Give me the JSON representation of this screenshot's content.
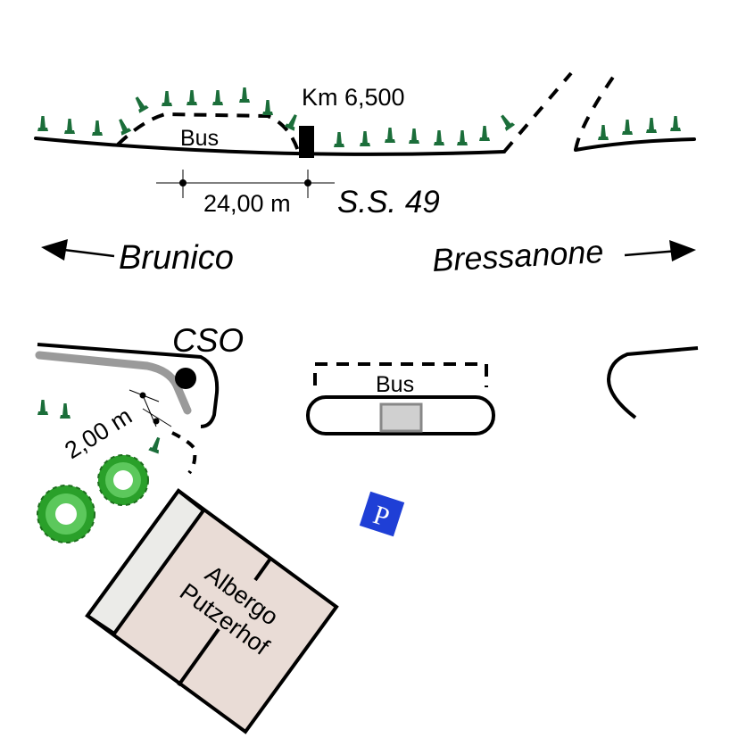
{
  "labels": {
    "km_marker": "Km 6,500",
    "bus_top": "Bus",
    "distance_top": "24,00 m",
    "road_name": "S.S. 49",
    "direction_left": "Brunico",
    "direction_right": "Bressanone",
    "cso": "CSO",
    "distance_side": "2,00 m",
    "bus_bottom": "Bus",
    "hotel_line1": "Albergo",
    "hotel_line2": "Putzerhof"
  },
  "icons": {
    "parking": "P",
    "tree_color": "#1b6e3a",
    "bush_color": "#2aa02a",
    "parking_color": "#1f3fd6",
    "hotel_fill": "#e9dcd6",
    "building_side_fill": "#ebebe8"
  }
}
